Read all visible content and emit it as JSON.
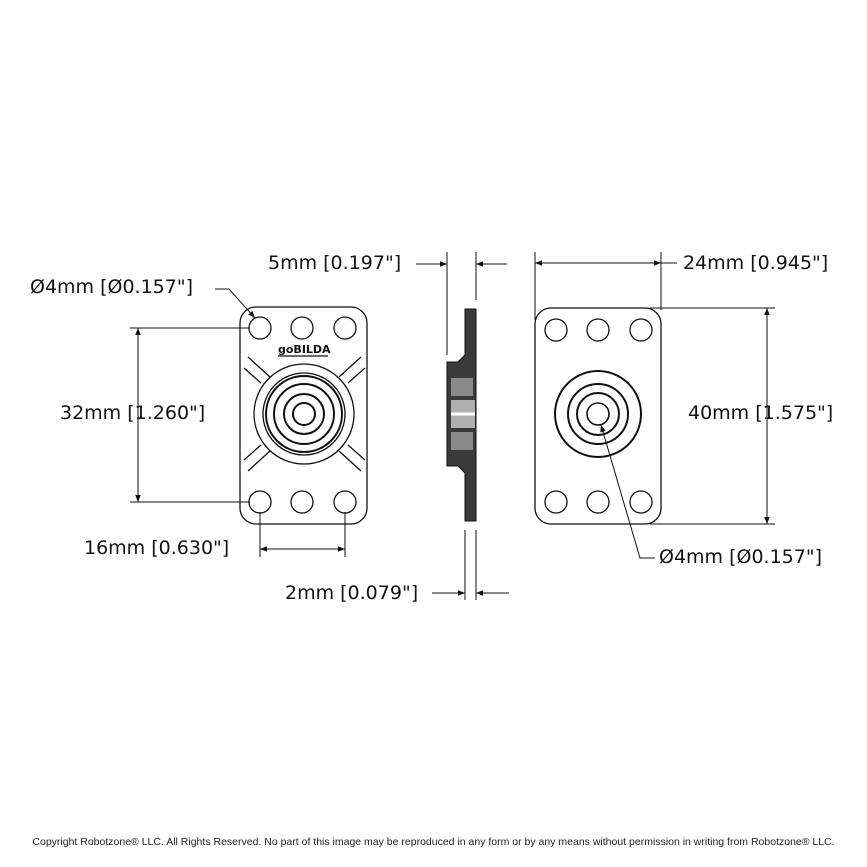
{
  "drawing": {
    "dimensions": {
      "hole_diameter_left": "Ø4mm [Ø0.157\"]",
      "thickness_top": "5mm [0.197\"]",
      "width": "24mm [0.945\"]",
      "hole_spacing_vertical": "32mm [1.260\"]",
      "height": "40mm [1.575\"]",
      "hole_spacing_horizontal": "16mm [0.630\"]",
      "flange_thickness": "2mm [0.079\"]",
      "center_bore_diameter": "Ø4mm [Ø0.157\"]"
    },
    "logo_text": "goBILDA"
  },
  "footer": {
    "copyright": "Copyright Robotzone® LLC.  All Rights Reserved. No part of this image may be reproduced in any form or by any means without permission in writing from Robotzone® LLC."
  },
  "colors": {
    "line": "#111111",
    "section_dark": "#3a3a3a",
    "section_mid": "#8a8a8a"
  }
}
